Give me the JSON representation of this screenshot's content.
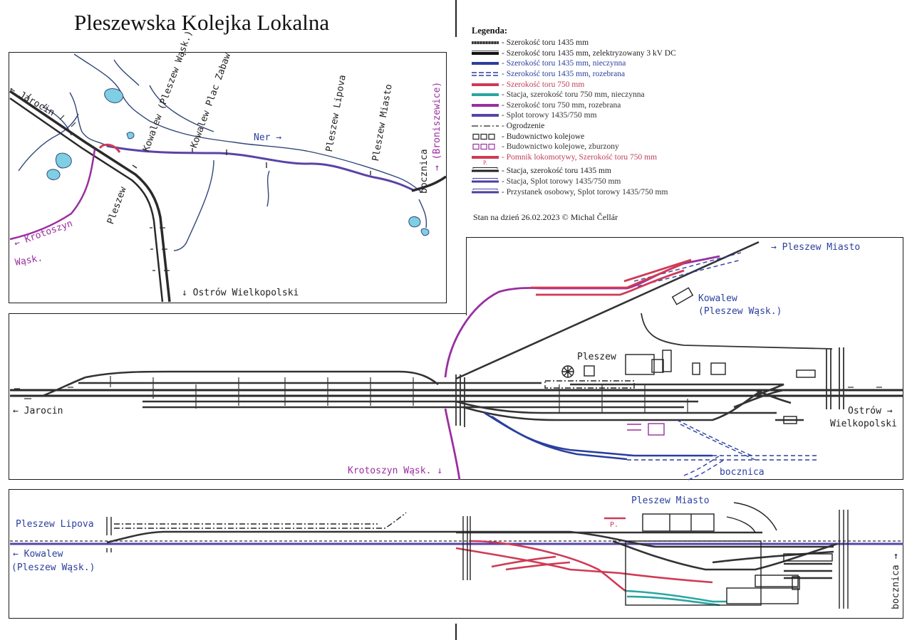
{
  "title": "Pleszewska Kolejka Lokalna",
  "legend": {
    "heading": "Legenda:",
    "items": [
      {
        "label": "- Szerokość toru 1435 mm",
        "color": "#333333",
        "pattern": "solid-hatched",
        "text_color": "#222222"
      },
      {
        "label": "- Szerokość toru 1435 mm, zelektryzowany 3 kV DC",
        "color": "#111111",
        "pattern": "electrified",
        "text_color": "#222222"
      },
      {
        "label": "- Szerokość toru 1435 mm, nieczynna",
        "color": "#2b3f9e",
        "pattern": "solid",
        "text_color": "#2b3f9e"
      },
      {
        "label": "- Szerokość toru 1435 mm, rozebrana",
        "color": "#2b3f9e",
        "pattern": "dashed-double",
        "text_color": "#2b3f9e"
      },
      {
        "label": "- Szerokość toru 750 mm",
        "color": "#d03a55",
        "pattern": "solid",
        "text_color": "#c0405a"
      },
      {
        "label": "- Stacja, szerokość toru 750 mm, nieczynna",
        "color": "#2aa6a0",
        "pattern": "solid",
        "text_color": "#333333"
      },
      {
        "label": "- Szerokość toru 750 mm, rozebrana",
        "color": "#9a2ea0",
        "pattern": "solid",
        "text_color": "#333333"
      },
      {
        "label": "- Splot torowy 1435/750 mm",
        "color": "#5a43a8",
        "pattern": "solid",
        "text_color": "#333333"
      },
      {
        "label": "- Ogrodzenie",
        "color": "#222222",
        "pattern": "dashdot",
        "text_color": "#222222"
      },
      {
        "label": "- Budownictwo kolejowe",
        "color": "#222222",
        "pattern": "boxes",
        "text_color": "#222222"
      },
      {
        "label": "- Budownictwo kolejowe, zburzony",
        "color": "#9a2ea0",
        "pattern": "boxes",
        "text_color": "#333333"
      },
      {
        "label": "- Pomnik lokomotywy, Szerokość toru 750 mm",
        "color": "#d03a55",
        "pattern": "monument",
        "text_color": "#c0405a"
      },
      {
        "label": "- Stacja, szerokość toru 1435 mm",
        "color": "#222222",
        "pattern": "station",
        "text_color": "#222222"
      },
      {
        "label": "- Stacja, Splot torowy 1435/750 mm",
        "color": "#4a3fa0",
        "pattern": "station",
        "text_color": "#333333"
      },
      {
        "label": "- Przystanek osobowy, Splot torowy 1435/750 mm",
        "color": "#4a3fa0",
        "pattern": "station",
        "text_color": "#333333"
      }
    ],
    "monument_mark": "P."
  },
  "stamp": "Stan na dzień 26.02.2023 © Michal Čellár",
  "overview_map": {
    "labels": {
      "jarocin": "← Jarocin",
      "kowalew_plesz": "Kowalew (Pleszew Wąsk.)",
      "kowalew_plac": "Kowalew Plac Zabaw",
      "ner": "Ner →",
      "lipowa": "Pleszew Lipova",
      "miasto": "Pleszew Miasto",
      "bronisz": "→ (Broniszewice)",
      "bocznica": "bocznica",
      "pleszew": "Pleszew",
      "krotoszyn_1": "← Krotoszyn",
      "krotoszyn_2": "Wąsk.",
      "ostrow": "↓ Ostrów Wielkopolski"
    }
  },
  "pleszew_station": {
    "labels": {
      "miasto": "→ Pleszew Miasto",
      "kowalew_1": "Kowalew",
      "kowalew_2": "(Pleszew Wąsk.)",
      "pleszew": "Pleszew",
      "jarocin": "← Jarocin",
      "ostrow_1": "Ostrów →",
      "ostrow_2": "Wielkopolski",
      "krotoszyn": "Krotoszyn Wąsk. ↓",
      "bocznica": "bocznica"
    }
  },
  "miasto_station": {
    "labels": {
      "miasto": "Pleszew Miasto",
      "lipowa": "Pleszew Lipova",
      "kowalew_1": "← Kowalew",
      "kowalew_2": "(Pleszew Wąsk.)",
      "bocznica": "bocznica →",
      "monument": "P."
    }
  }
}
